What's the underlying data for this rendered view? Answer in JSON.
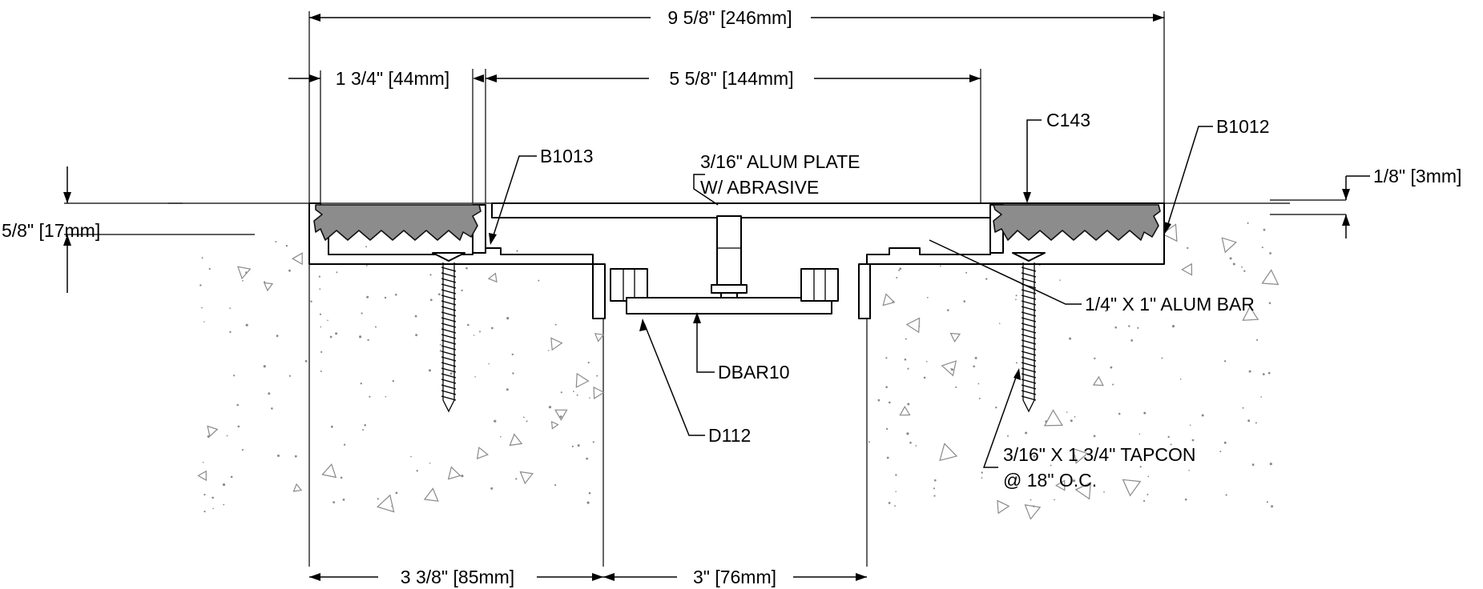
{
  "dimensions": {
    "overall_width": "9 5/8\" [246mm]",
    "flange_width": "1 3/4\" [44mm]",
    "plate_width": "5 5/8\" [144mm]",
    "left_slab": "3 3/8\" [85mm]",
    "gap_width": "3\" [76mm]",
    "depth": "5/8\" [17mm]",
    "recess": "1/8\" [3mm]"
  },
  "callouts": {
    "b1013": "B1013",
    "plate_line1": "3/16\" ALUM PLATE",
    "plate_line2": "W/ ABRASIVE",
    "c143": "C143",
    "b1012": "B1012",
    "alum_bar": "1/4\" X 1\" ALUM BAR",
    "dbar10": "DBAR10",
    "d112": "D112",
    "tapcon_line1": "3/16\" X 1 3/4\" TAPCON",
    "tapcon_line2": "@ 18\" O.C."
  }
}
